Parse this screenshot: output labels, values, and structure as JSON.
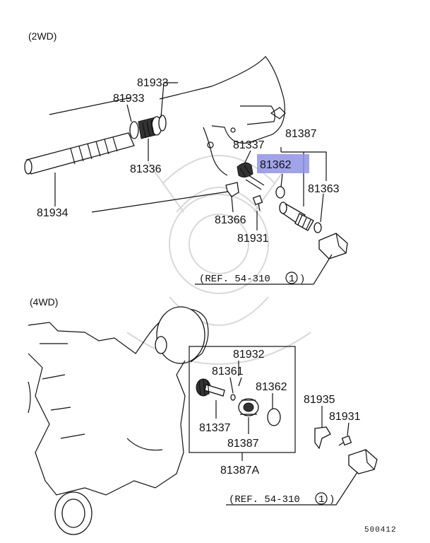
{
  "sections": {
    "top": "(2WD)",
    "bottom": "(4WD)"
  },
  "labels_2wd": {
    "p81933a": "81933",
    "p81933b": "81933",
    "p81336": "81336",
    "p81934": "81934",
    "p81337": "81337",
    "p81387": "81387",
    "p81362": "81362",
    "p81363": "81363",
    "p81366": "81366",
    "p81931": "81931"
  },
  "labels_4wd": {
    "p81932": "81932",
    "p81361": "81361",
    "p81362": "81362",
    "p81337": "81337",
    "p81387": "81387",
    "p81387a": "81387A",
    "p81935": "81935",
    "p81931": "81931"
  },
  "ref_top": {
    "text": "(REF. 54-310",
    "num": "1"
  },
  "ref_bottom": {
    "text": "(REF. 54-310",
    "num": "1"
  },
  "figure_code": "500412",
  "highlight_color": "#8f93e6"
}
